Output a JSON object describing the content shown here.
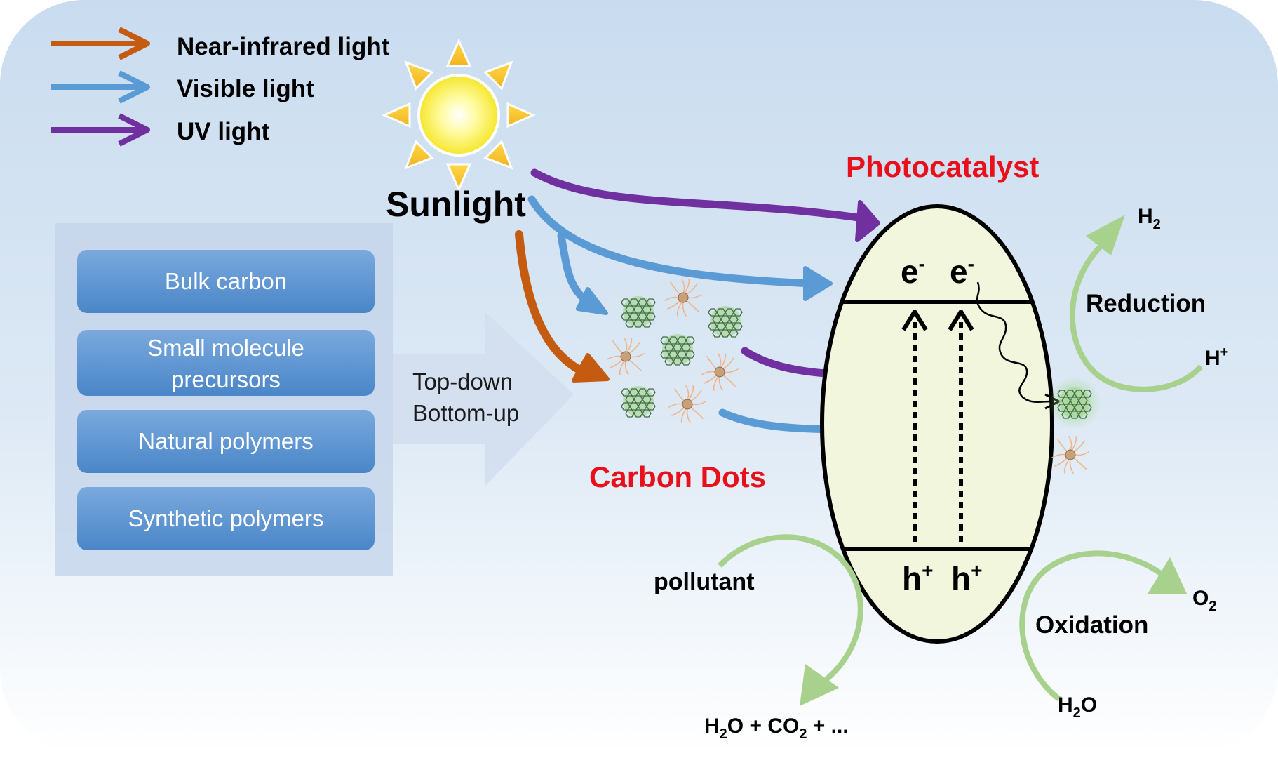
{
  "legend": [
    {
      "label": "Near-infrared light",
      "color": "#c55a11"
    },
    {
      "label": "Visible light",
      "color": "#5b9bd5"
    },
    {
      "label": "UV light",
      "color": "#7030a0"
    }
  ],
  "sun_label": "Sunlight",
  "sources": [
    "Bulk carbon",
    "Small molecule",
    "precursors",
    "Natural polymers",
    "Synthetic polymers"
  ],
  "process": {
    "line1": "Top-down",
    "line2": "Bottom-up"
  },
  "carbon_dots_label": "Carbon Dots",
  "photocatalyst_label": "Photocatalyst",
  "electron": {
    "base": "e",
    "sup": "-"
  },
  "hole": {
    "base": "h",
    "sup": "+"
  },
  "reduction": {
    "label": "Reduction",
    "h2": "H",
    "h2_sub": "2",
    "hplus": "H",
    "hplus_sup": "+"
  },
  "oxidation": {
    "label": "Oxidation",
    "o2": "O",
    "o2_sub": "2",
    "h2o_a": "H",
    "h2o_sub": "2",
    "h2o_b": "O"
  },
  "degradation": {
    "pollutant": "pollutant",
    "p1": "H",
    "p1_sub": "2",
    "p2": "O + CO",
    "p2_sub": "2",
    "p3": " + ..."
  },
  "colors": {
    "red_label": "#e8101a",
    "cycle_green": "#a9d18e",
    "button_blue": "#5b9bd5",
    "background_blue": "#cfe0f1",
    "catalyst_fill": "#f2f6dc"
  },
  "icons": [
    "sun-icon",
    "graphene-dot-icon",
    "polymer-dot-icon"
  ]
}
